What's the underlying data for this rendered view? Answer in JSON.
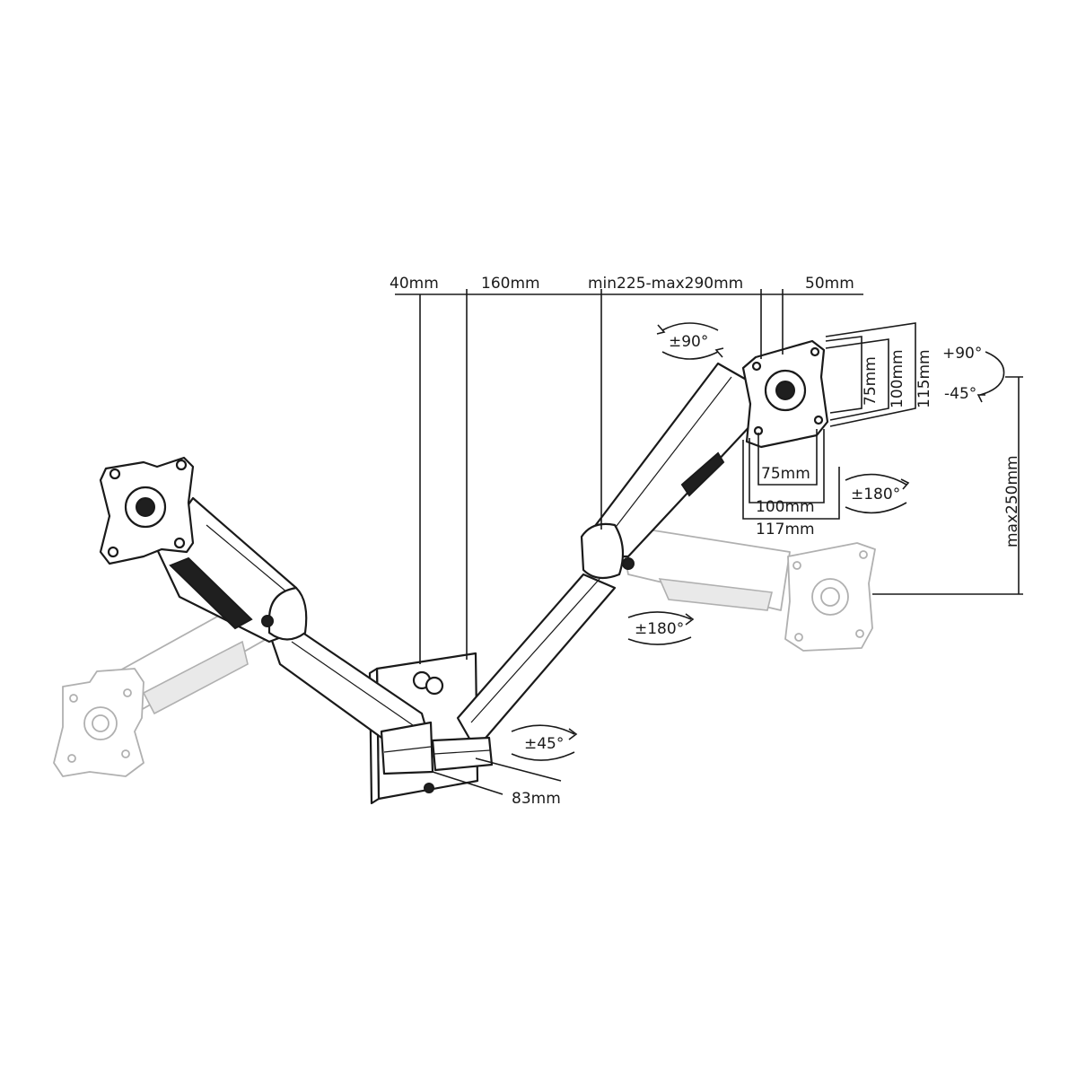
{
  "dimensions": {
    "wall_offset": "40mm",
    "arm_segment_1": "160mm",
    "arm_segment_2": "min225-max290mm",
    "plate_offset": "50mm",
    "vesa_75_v": "75mm",
    "vesa_100_v": "100mm",
    "vesa_115_v": "115mm",
    "vesa_75_h": "75mm",
    "vesa_100_h": "100mm",
    "vesa_117_h": "117mm",
    "height_adjust": "max250mm",
    "base_depth": "83mm"
  },
  "rotations": {
    "tilt_top": "±90°",
    "tilt_up": "+90°",
    "tilt_down": "-45°",
    "rotate_plate": "±180°",
    "rotate_joint": "±180°",
    "rotate_base": "±45°"
  },
  "colors": {
    "line": "#1a1a1a",
    "ghost": "#b0b0b0"
  }
}
